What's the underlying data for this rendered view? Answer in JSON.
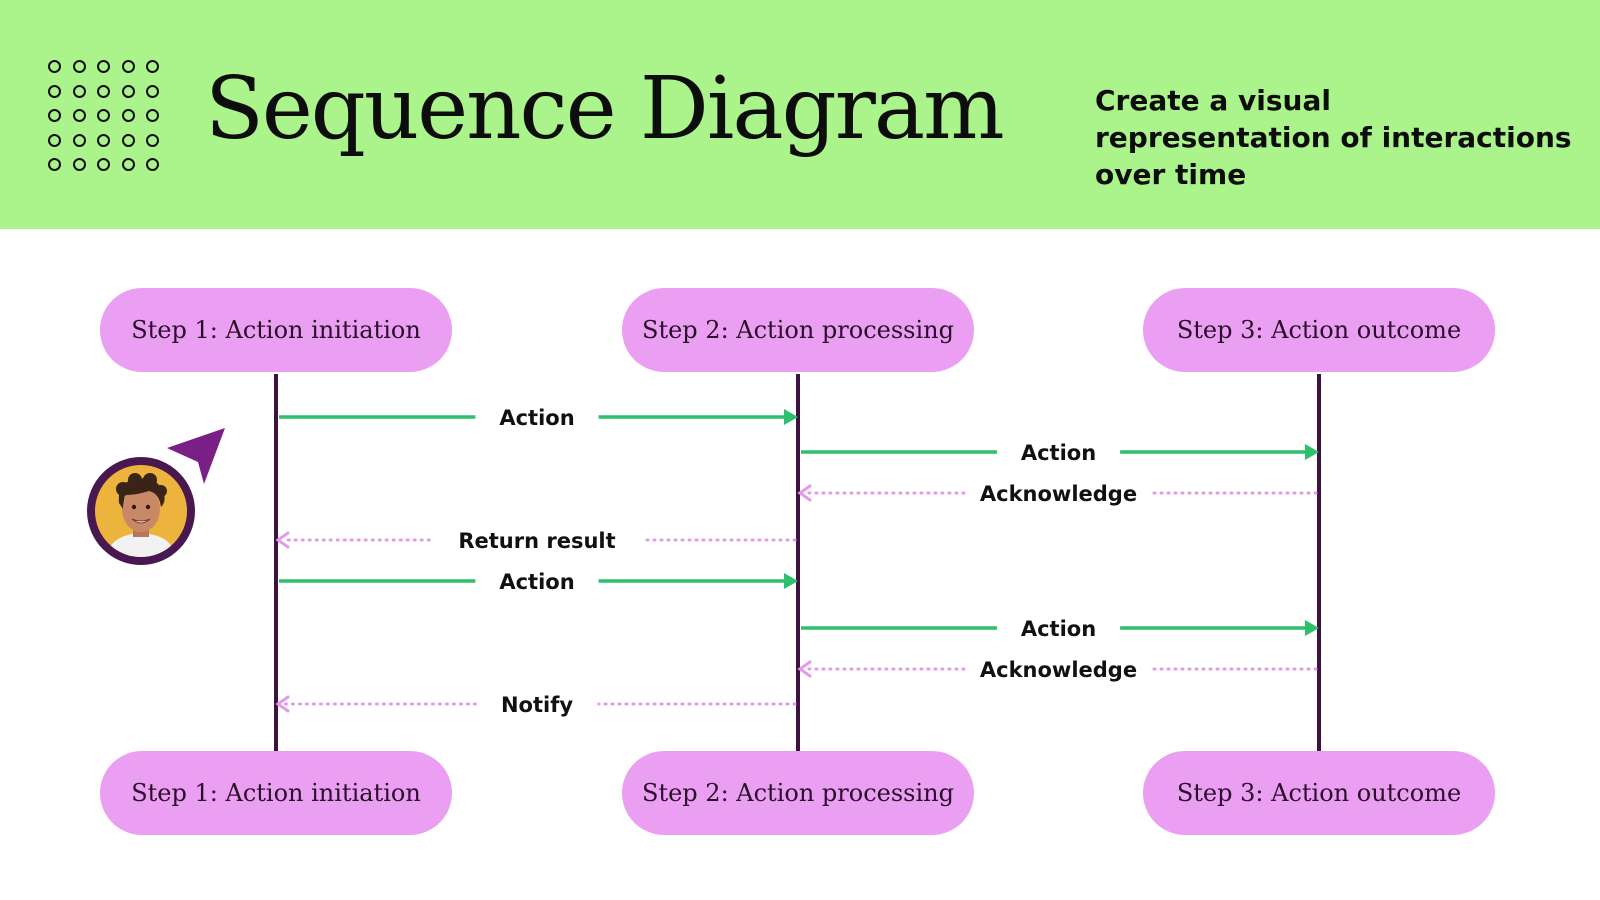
{
  "header": {
    "title": "Sequence Diagram",
    "subtitle": "Create a visual representation of interactions over time"
  },
  "lifelines": [
    {
      "label": "Step 1: Action initiation"
    },
    {
      "label": "Step 2: Action processing"
    },
    {
      "label": "Step 3: Action outcome"
    }
  ],
  "messages": [
    {
      "from": 0,
      "to": 1,
      "label": "Action",
      "style": "solid"
    },
    {
      "from": 1,
      "to": 2,
      "label": "Action",
      "style": "solid"
    },
    {
      "from": 2,
      "to": 1,
      "label": "Acknowledge",
      "style": "dotted"
    },
    {
      "from": 1,
      "to": 0,
      "label": "Return result",
      "style": "dotted"
    },
    {
      "from": 0,
      "to": 1,
      "label": "Action",
      "style": "solid"
    },
    {
      "from": 1,
      "to": 2,
      "label": "Action",
      "style": "solid"
    },
    {
      "from": 2,
      "to": 1,
      "label": "Acknowledge",
      "style": "dotted"
    },
    {
      "from": 1,
      "to": 0,
      "label": "Notify",
      "style": "dotted"
    }
  ],
  "colors": {
    "header_bg": "#abf38b",
    "pill": "#eb9ff2",
    "lifeline": "#3d1140",
    "solid_arrow": "#2dbf6c",
    "dotted_arrow": "#e39ae9",
    "cursor": "#7a1f86",
    "avatar_ring": "#4a1850",
    "avatar_bg": "#ecb33d"
  }
}
